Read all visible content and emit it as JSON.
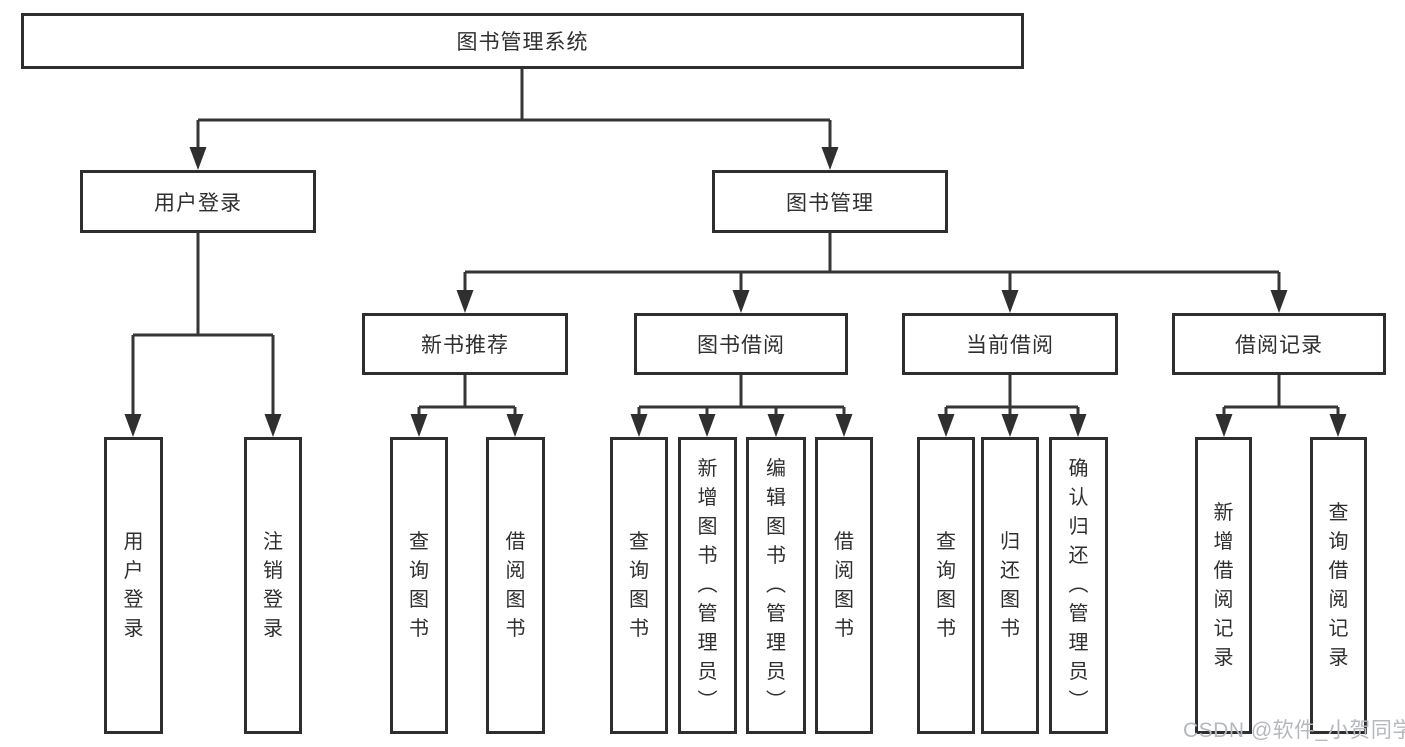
{
  "tree": {
    "root": {
      "label": "图书管理系统"
    },
    "branches": [
      {
        "label": "用户登录",
        "children": [
          {
            "label": "用户登录"
          },
          {
            "label": "注销登录"
          }
        ]
      },
      {
        "label": "图书管理",
        "children": [
          {
            "label": "新书推荐",
            "children": [
              {
                "label": "查询图书"
              },
              {
                "label": "借阅图书"
              }
            ]
          },
          {
            "label": "图书借阅",
            "children": [
              {
                "label": "查询图书"
              },
              {
                "label": "新增图书（管理员）"
              },
              {
                "label": "编辑图书（管理员）"
              },
              {
                "label": "借阅图书"
              }
            ]
          },
          {
            "label": "当前借阅",
            "children": [
              {
                "label": "查询图书"
              },
              {
                "label": "归还图书"
              },
              {
                "label": "确认归还（管理员）"
              }
            ]
          },
          {
            "label": "借阅记录",
            "children": [
              {
                "label": "新增借阅记录"
              },
              {
                "label": "查询借阅记录"
              }
            ]
          }
        ]
      }
    ]
  },
  "watermark": {
    "text": "CSDN @软件_小贺同学"
  },
  "colors": {
    "line": "#363636",
    "box_border": "#2e2e2e",
    "text": "#2f2f2f",
    "watermark_text": "#b5b8bc",
    "background": "#ffffff"
  }
}
